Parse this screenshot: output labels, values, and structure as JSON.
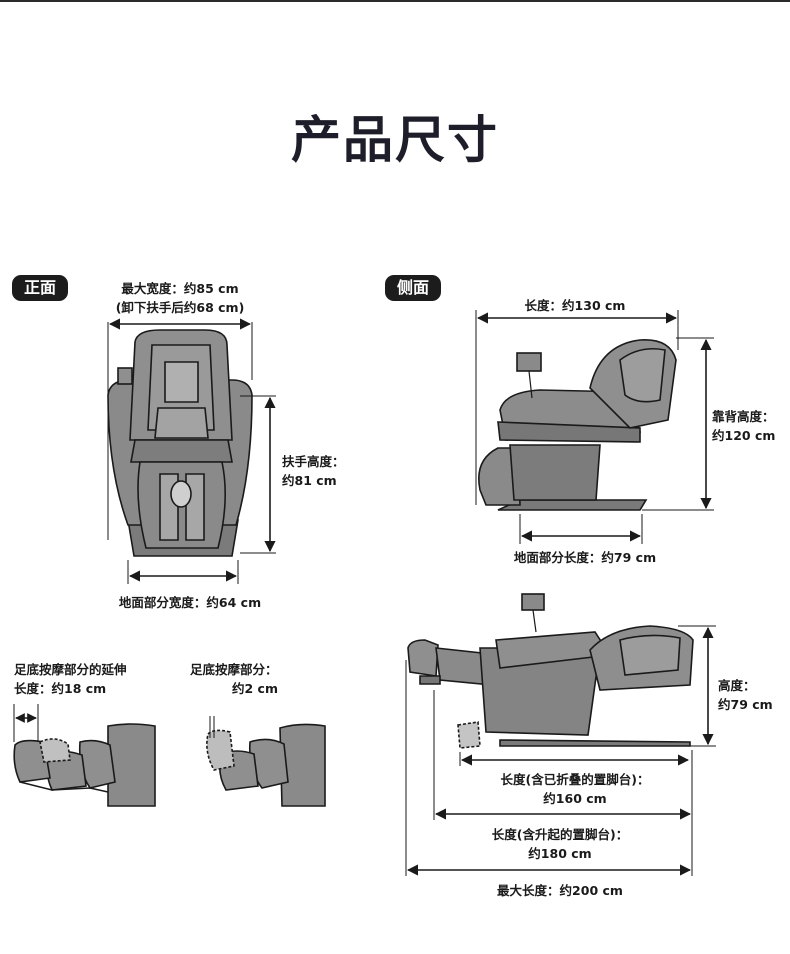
{
  "page": {
    "title": "产品尺寸"
  },
  "front": {
    "tag": "正面",
    "max_width_line1": "最大宽度：约85 cm",
    "max_width_line2": "(卸下扶手后约68 cm)",
    "armrest_height_line1": "扶手高度：",
    "armrest_height_line2": "约81 cm",
    "floor_width": "地面部分宽度：约64 cm"
  },
  "side": {
    "tag": "侧面",
    "length": "长度：约130 cm",
    "backrest_height_line1": "靠背高度：",
    "backrest_height_line2": "约120 cm",
    "floor_length": "地面部分长度：约79 cm"
  },
  "reclined": {
    "height_line1": "高度：",
    "height_line2": "约79 cm",
    "len_folded_line1": "长度(含已折叠的置脚台)：",
    "len_folded_line2": "约160 cm",
    "len_raised_line1": "长度(含升起的置脚台)：",
    "len_raised_line2": "约180 cm",
    "max_length": "最大长度：约200 cm"
  },
  "footrest": {
    "extend_line1": "足底按摩部分的延伸",
    "extend_line2": "长度：约18 cm",
    "part_line1": "足底按摩部分：",
    "part_line2": "约2 cm"
  },
  "colors": {
    "chair_fill": "#8a8a8a",
    "chair_dark": "#6f6f6f",
    "outline": "#1a1a1a",
    "dashed_fill": "#bdbdbd"
  }
}
